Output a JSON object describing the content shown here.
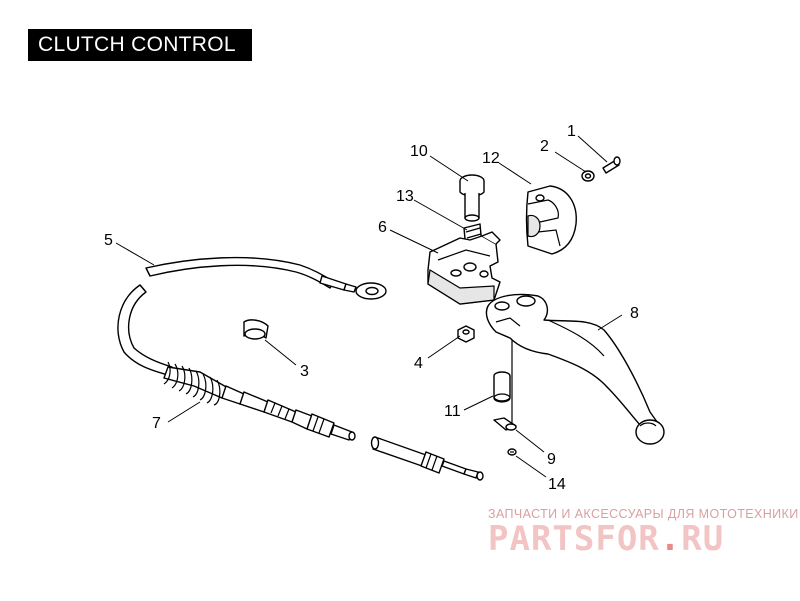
{
  "title": "CLUTCH CONTROL",
  "callouts": [
    "1",
    "2",
    "3",
    "4",
    "5",
    "6",
    "7",
    "8",
    "9",
    "10",
    "11",
    "12",
    "13",
    "14"
  ],
  "watermark": {
    "subtitle": "ЗАПЧАСТИ И АКСЕССУАРЫ ДЛЯ МОТОТЕХНИКИ",
    "logo_main": "PARTSFOR",
    "logo_dot": ".",
    "logo_tld": "RU"
  }
}
